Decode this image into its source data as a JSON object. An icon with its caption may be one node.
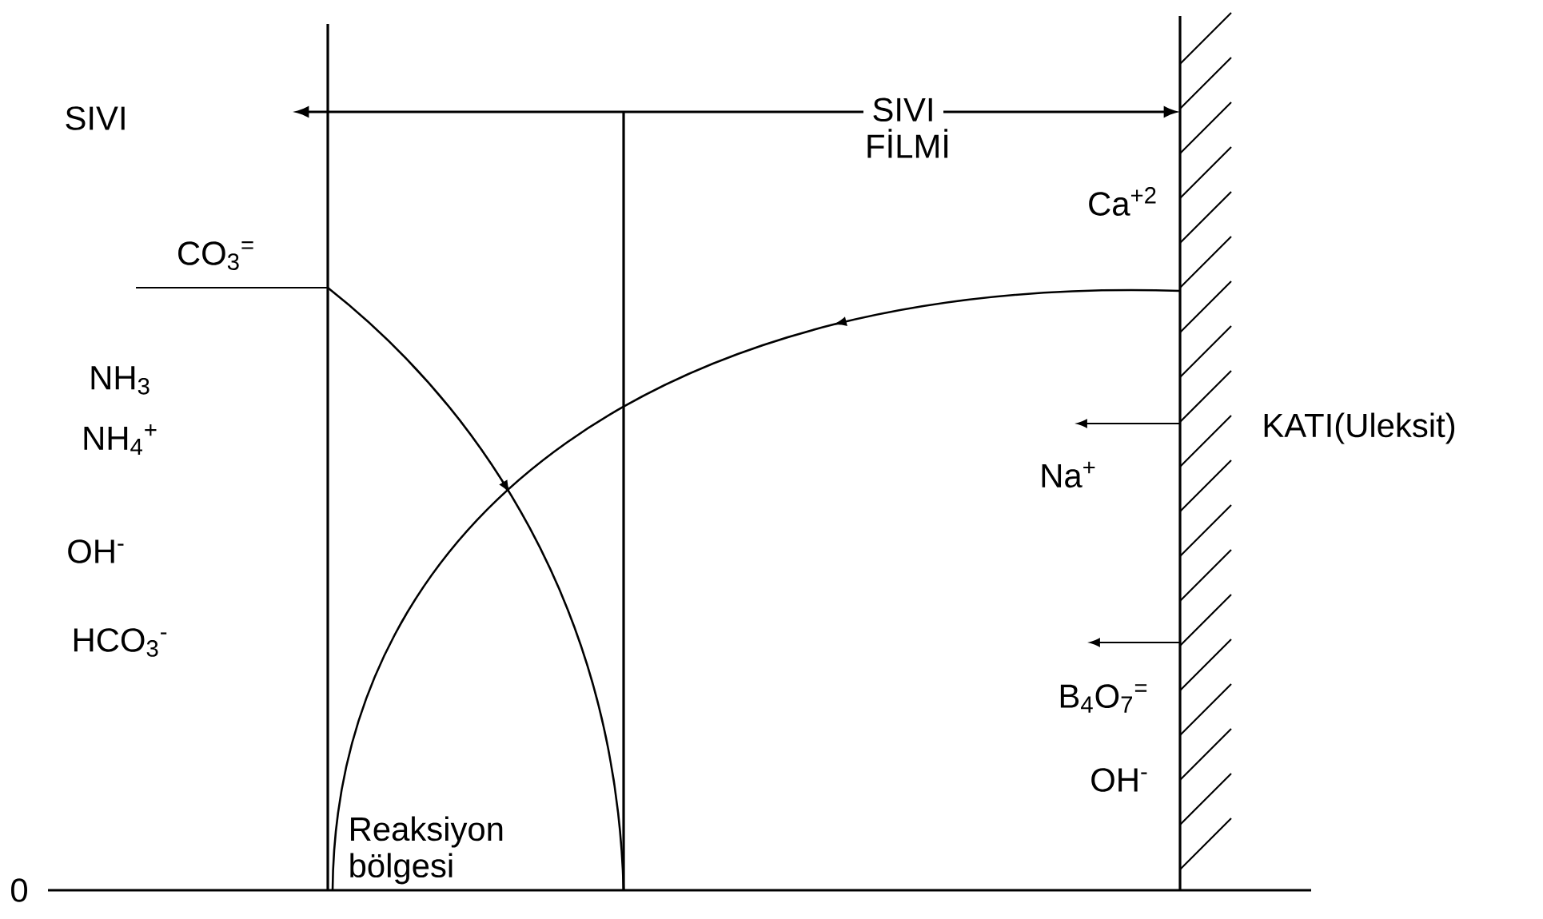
{
  "diagram": {
    "labels": [
      "SIVI",
      "SIVI FİLMİ",
      "CO$_{3}$$^{=}$",
      "Ca$^{+2}$",
      "NH$_{3}$",
      "NH$_{4}$$^{+}$",
      "KATI(Uleksit)",
      "Na$^{+}$",
      "OH$^{-}$",
      "HCO$_{3}$$^{-}$",
      "B$_{4}$O$_{7}$$^{=}$",
      "OH$^{-}$",
      "Reaksiyon bölgesi",
      "0"
    ]
  }
}
